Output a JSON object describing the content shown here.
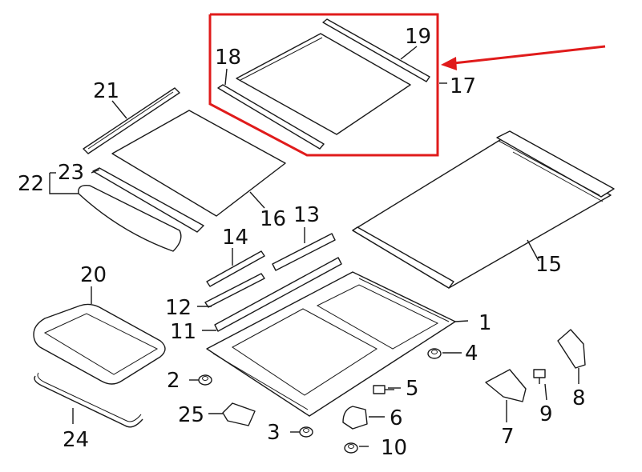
{
  "colors": {
    "highlight": "#e01b1b",
    "line": "#1a1a1a",
    "background": "#ffffff"
  },
  "callouts": {
    "c1": "1",
    "c2": "2",
    "c3": "3",
    "c4": "4",
    "c5": "5",
    "c6": "6",
    "c7": "7",
    "c8": "8",
    "c9": "9",
    "c10": "10",
    "c11": "11",
    "c12": "12",
    "c13": "13",
    "c14": "14",
    "c15": "15",
    "c16": "16",
    "c17": "17",
    "c18": "18",
    "c19": "19",
    "c20": "20",
    "c21": "21",
    "c22": "22",
    "c23": "23",
    "c24": "24",
    "c25": "25"
  }
}
